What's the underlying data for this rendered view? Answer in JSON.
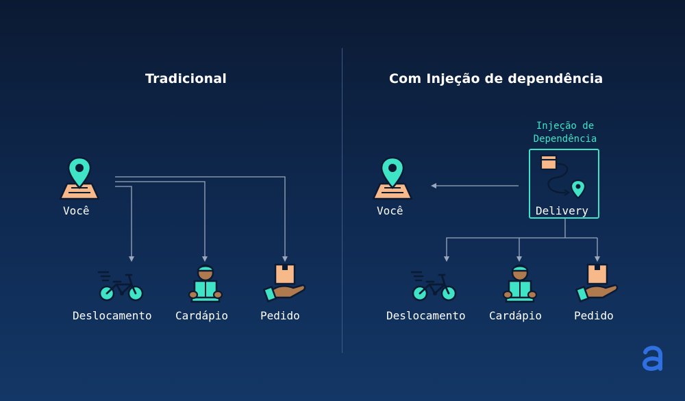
{
  "left": {
    "title": "Tradicional",
    "you_label": "Você",
    "items": [
      "Deslocamento",
      "Cardápio",
      "Pedido"
    ]
  },
  "right": {
    "title": "Com Injeção de dependência",
    "injection_label_line1": "Injeção de",
    "injection_label_line2": "Dependência",
    "delivery_label": "Delivery",
    "you_label": "Você",
    "items": [
      "Deslocamento",
      "Cardápio",
      "Pedido"
    ]
  },
  "icons": [
    "location-pin-map-icon",
    "bicycle-icon",
    "menu-reader-icon",
    "package-hand-icon",
    "box-route-icon",
    "brand-logo-icon"
  ],
  "colors": {
    "accent": "#3fe3c6",
    "map": "#f7b98a",
    "line": "#9aa8bd"
  }
}
